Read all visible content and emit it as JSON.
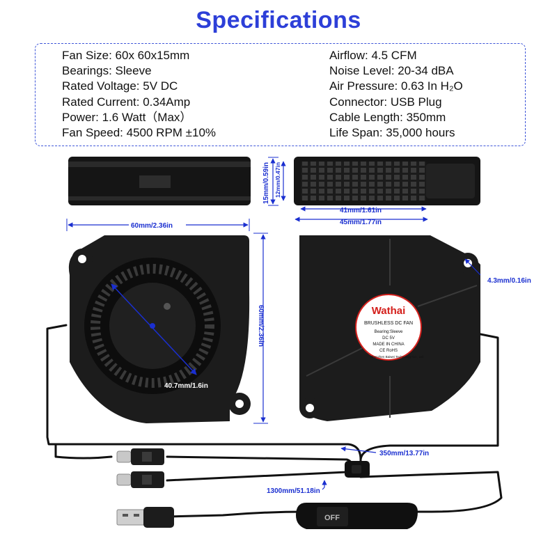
{
  "title": "Specifications",
  "specs": {
    "left": [
      "Fan Size: 60x 60x15mm",
      "Bearings: Sleeve",
      "Rated Voltage: 5V DC",
      "Rated Current: 0.34Amp",
      "Power: 1.6 Watt（Max）",
      "Fan Speed: 4500 RPM ±10%"
    ],
    "right": [
      "Airflow: 4.5 CFM",
      "Noise Level: 20-34 dBA",
      "Air Pressure: 0.63 In H₂O",
      "Connector: USB Plug",
      "Cable Length: 350mm",
      "Life Span: 35,000 hours"
    ]
  },
  "dimensions": {
    "side_height": "15mm/0.59in",
    "inner_height": "12mm/0.47in",
    "outlet_inner_width": "41mm/1.61in",
    "outlet_width": "45mm/1.77in",
    "fan_width": "60mm/2.36in",
    "fan_height": "60mm/2.36in",
    "impeller_diameter": "40.7mm/1.6in",
    "mount_hole": "4.3mm/0.16in",
    "cable_short": "350mm/13.77in",
    "cable_long": "1300mm/51.18in"
  },
  "label": {
    "brand": "Wathai",
    "subtitle": "BRUSHLESS DC FAN",
    "bearing": "Bearing:Sleeve",
    "voltage": "DC 5V",
    "origin": "MADE IN CHINA",
    "cert": "CE RoHS",
    "maker": "Shenzhen Baiwei Technology Co., Ltd"
  },
  "switch_text": "OFF",
  "colors": {
    "title": "#2d3fd8",
    "dimension": "#1a2fd0",
    "label_ring": "#d4201c"
  }
}
